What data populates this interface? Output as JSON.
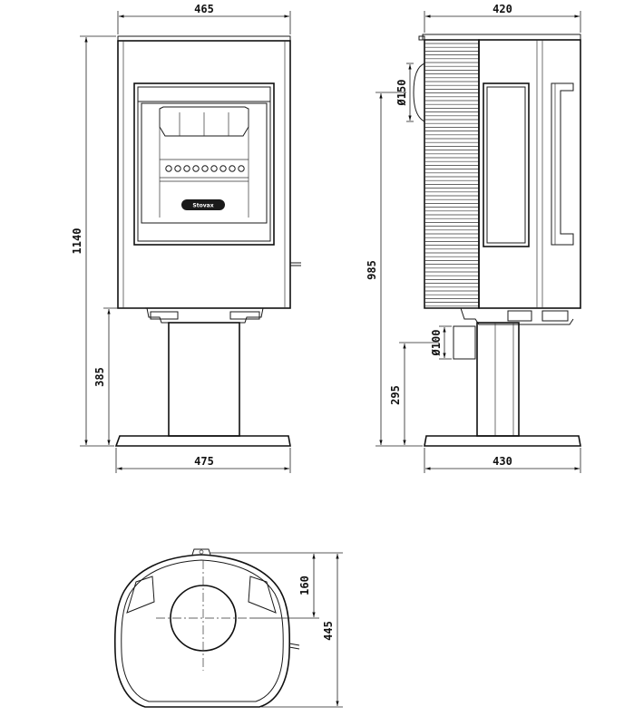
{
  "dimensions": {
    "front_width_top": "465",
    "front_height_total": "1140",
    "front_pedestal_height": "385",
    "front_base_width": "475",
    "side_depth_top": "420",
    "side_flue_diameter": "Ø150",
    "side_flue_height": "985",
    "side_inlet_diameter": "Ø100",
    "side_inlet_height": "295",
    "side_base_depth": "430",
    "plan_offset": "160",
    "plan_depth": "445"
  },
  "logo_text": "Stovax"
}
